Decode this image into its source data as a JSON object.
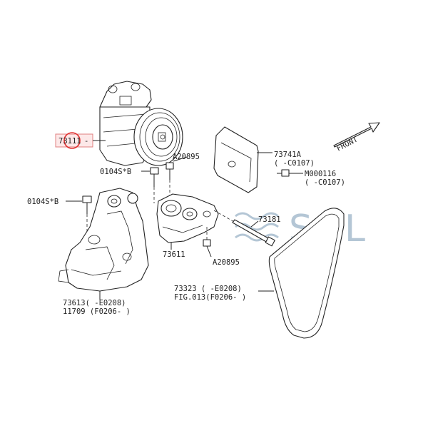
{
  "colors": {
    "ink": "#222222",
    "highlight_red": "#e03030",
    "highlight_fill": "#fde8e8",
    "watermark": "#9cb4c8"
  },
  "labels": {
    "compressor": "73111",
    "compressor_suffix": "-",
    "bolt_a20895_top": "A20895",
    "bolt_0104s_b_upper": "0104S*B",
    "bolt_0104s_b_left": "0104S*B",
    "bracket_73741a": "73741A",
    "bracket_73741a_range": "( -C0107)",
    "nut_m000116": "M000116",
    "nut_m000116_range": "( -C0107)",
    "bolt_73181": "73181",
    "bracket_73611": "73611",
    "bolt_a20895_bottom": "A20895",
    "bracket_73613": "73613( -E0208)",
    "bracket_11709": "11709 (F0206- )",
    "belt_73323": "73323 ( -E0208)",
    "belt_fig013": "FIG.013(F0206- )",
    "front_arrow": "FRONT"
  },
  "watermark": {
    "text": "SOL",
    "icon": "sol-waves-logo"
  }
}
